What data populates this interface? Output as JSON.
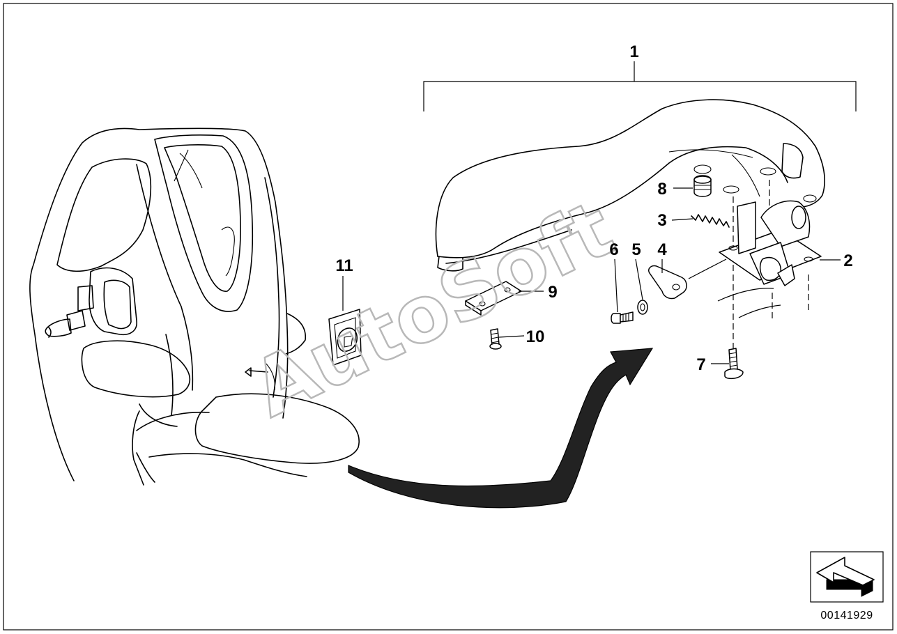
{
  "diagram": {
    "callouts": [
      {
        "id": "1",
        "label": "1"
      },
      {
        "id": "2",
        "label": "2"
      },
      {
        "id": "3",
        "label": "3"
      },
      {
        "id": "4",
        "label": "4"
      },
      {
        "id": "5",
        "label": "5"
      },
      {
        "id": "6",
        "label": "6"
      },
      {
        "id": "7",
        "label": "7"
      },
      {
        "id": "8",
        "label": "8"
      },
      {
        "id": "9",
        "label": "9"
      },
      {
        "id": "10",
        "label": "10"
      },
      {
        "id": "11",
        "label": "11"
      }
    ],
    "watermark": "AutoSoft",
    "document_number": "00141929",
    "icons": [
      "bracket-icon",
      "flow-arrow-icon",
      "navigation-arrow-icon"
    ],
    "colors": {
      "line": "#000000",
      "background": "#ffffff",
      "watermark": "#b8b8b8"
    }
  }
}
